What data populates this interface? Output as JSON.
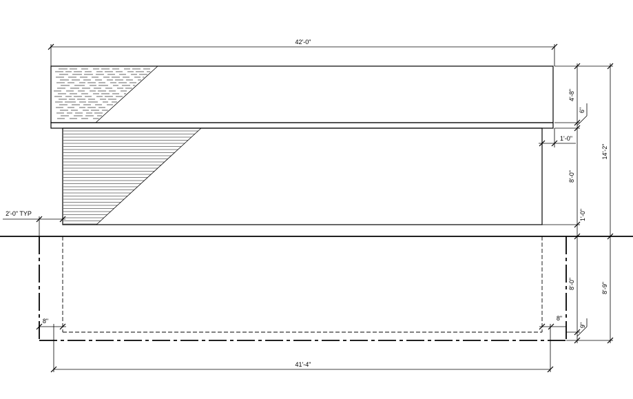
{
  "dimensions": {
    "overall_width_top": "42'-0\"",
    "overall_width_bottom": "41'-4\"",
    "fascia_height": "4'-8\"",
    "fascia_trim": "6\"",
    "overhang": "1'-0\"",
    "wall_height": "8'-0\"",
    "base_trim": "1'-0\"",
    "total_height": "14'-2\"",
    "foundation_depth": "8'-0\"",
    "foundation_total": "8'-9\"",
    "footing": "9\"",
    "typical_offset": "2'-0\" TYP",
    "left_wall_thickness": "8\"",
    "right_wall_thickness": "8\""
  }
}
